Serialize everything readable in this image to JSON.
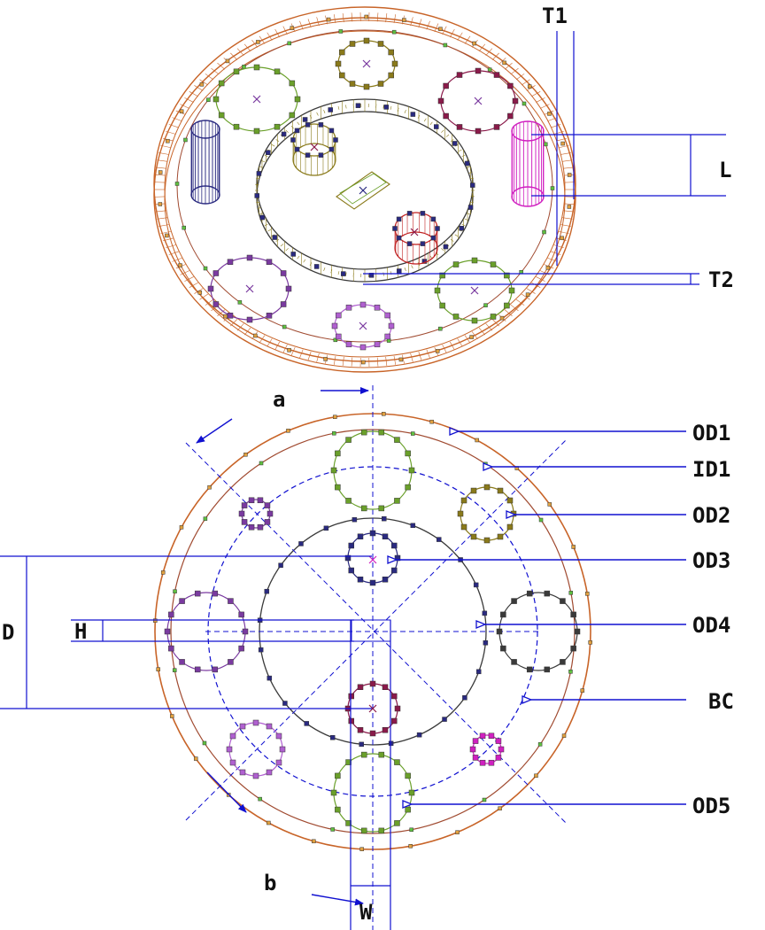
{
  "colors": {
    "dimension": "#1010d0",
    "outer_ring": "#c86428",
    "inner_ring": "#a04a30",
    "wall": "#3a3a3a",
    "port_green": "#6aa02a",
    "port_olive": "#8a7a1a",
    "port_purple": "#7a3aa0",
    "port_maroon": "#8a1a4a",
    "port_violet": "#b060d0",
    "port_magenta": "#d020c0",
    "port_navy": "#2a2a80",
    "port_red": "#c02020",
    "node_orange": "#e0a040",
    "node_green": "#60c040"
  },
  "labels": {
    "t1": "T1",
    "l": "L",
    "t2": "T2",
    "a": "a",
    "b": "b",
    "od1": "OD1",
    "id1": "ID1",
    "od2": "OD2",
    "od3": "OD3",
    "od4": "OD4",
    "bc": "BC",
    "od5": "OD5",
    "d": "D",
    "h": "H",
    "w": "W"
  }
}
